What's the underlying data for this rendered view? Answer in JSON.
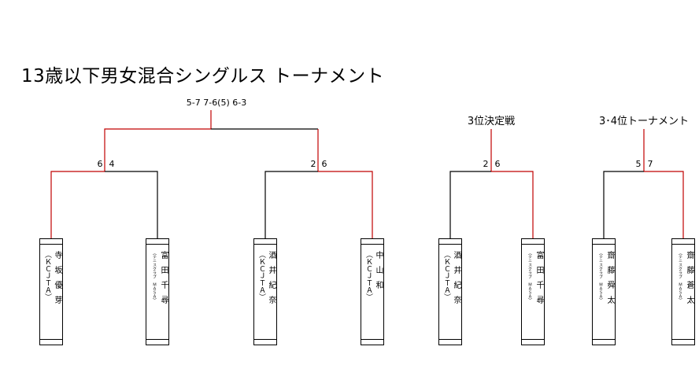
{
  "title": "13歳以下男女混合シングルス トーナメント",
  "final_score": "5-7 7-6(5) 6-3",
  "sections": {
    "third_place": "3位決定戦",
    "third_fourth": "3･4位トーナメント"
  },
  "scores": {
    "semi_left_a": "6",
    "semi_left_b": "4",
    "semi_right_a": "2",
    "semi_right_b": "6",
    "third_a": "2",
    "third_b": "6",
    "tf_a": "5",
    "tf_b": "7"
  },
  "players": [
    {
      "club": "（ＫＣＪＴＡ）",
      "name": "寺坂優芽"
    },
    {
      "club": "（テニスクラブ　ＭＡＳＡ）",
      "name": "富田千尋"
    },
    {
      "club": "（ＫＣＪＴＡ）",
      "name": "酒井紀奈"
    },
    {
      "club": "（ＫＣＪＴＡ）",
      "name": "中山和"
    },
    {
      "club": "（ＫＣＪＴＡ）",
      "name": "酒井紀奈"
    },
    {
      "club": "（テニスクラブ　ＭＡＳＡ）",
      "name": "富田千尋"
    },
    {
      "club": "（テニスクラブ　ＭＡＳＡ）",
      "name": "齋藤舜太"
    },
    {
      "club": "（テニスクラブ　ＭＡＳＡ）",
      "name": "齋藤蒼太"
    }
  ],
  "colors": {
    "winner_line": "#c00000",
    "line": "#000000"
  }
}
